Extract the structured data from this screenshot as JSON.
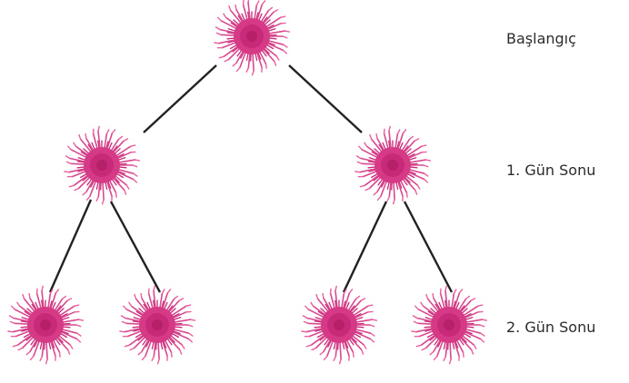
{
  "diagram": {
    "levels": [
      {
        "label": "Başlangıç",
        "virus_count": 1
      },
      {
        "label": "1. Gün Sonu",
        "virus_count": 2
      },
      {
        "label": "2. Gün Sonu",
        "virus_count": 4
      }
    ],
    "virus_icon": "virus-icon",
    "colors": {
      "virus_body": "#d63a86",
      "virus_core": "#c72a78",
      "virus_spike": "#d8488f",
      "virus_tip": "#e8609f",
      "edge": "#222222",
      "text": "#2b2b2b"
    }
  }
}
